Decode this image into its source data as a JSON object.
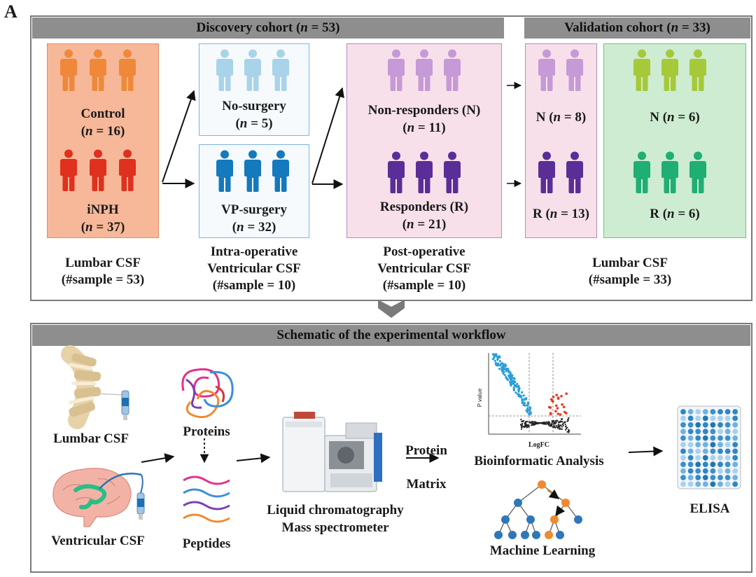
{
  "panel_letter": "A",
  "top": {
    "discovery_header": {
      "pre": "Discovery cohort (",
      "n": "n",
      "post": " = 53)"
    },
    "validation_header": {
      "pre": "Validation cohort (",
      "n": "n",
      "post": " = 33)"
    },
    "groups": {
      "control": {
        "name": "Control",
        "n_pre": "(",
        "n": "n",
        "n_post": " = 16)",
        "color": "#f0883a"
      },
      "inph": {
        "name": "iNPH",
        "n_pre": "(",
        "n": "n",
        "n_post": " = 37)",
        "color": "#e0301e"
      },
      "no_surgery": {
        "name": "No-surgery",
        "n_pre": "(",
        "n": "n",
        "n_post": " = 5)",
        "color": "#a9d3e8"
      },
      "vp_surgery": {
        "name": "VP-surgery",
        "n_pre": "(",
        "n": "n",
        "n_post": " = 32)",
        "color": "#1479bd"
      },
      "non_responders": {
        "name": "Non-responders (N)",
        "n_pre": "(",
        "n": "n",
        "n_post": " = 11)",
        "color": "#c59ad6"
      },
      "responders": {
        "name": "Responders (R)",
        "n_pre": "(",
        "n": "n",
        "n_post": " = 21)",
        "color": "#5a2e96"
      },
      "val_purple_n": {
        "pre": "N (",
        "n": "n",
        "post": " = 8)",
        "color": "#c59ad6"
      },
      "val_purple_r": {
        "pre": "R (",
        "n": "n",
        "post": " = 13)",
        "color": "#5a2e96"
      },
      "val_green_n": {
        "pre": "N (",
        "n": "n",
        "post": " = 6)",
        "color": "#a6c93a"
      },
      "val_green_r": {
        "pre": "R (",
        "n": "n",
        "post": " = 6)",
        "color": "#1fae73"
      }
    },
    "captions": {
      "lumbar1": [
        "Lumbar CSF",
        "(#sample = 53)"
      ],
      "intra": [
        "Intra-operative",
        "Ventricular CSF",
        "(#sample = 10)"
      ],
      "post": [
        "Post-operative",
        "Ventricular CSF",
        "(#sample = 10)"
      ],
      "lumbar2": [
        "Lumbar CSF",
        "(#sample = 33)"
      ]
    }
  },
  "bottom": {
    "header": "Schematic of the experimental workflow",
    "lumbar_csf": "Lumbar CSF",
    "ventricular_csf": "Ventricular CSF",
    "proteins": "Proteins",
    "peptides": "Peptides",
    "lcms": [
      "Liquid chromatography",
      "Mass spectrometer"
    ],
    "protein_matrix": [
      "Protein",
      "Matrix"
    ],
    "bioinformatic": "Bioinformatic Analysis",
    "volcano_ylabel": "P value",
    "volcano_xlabel": "LogFC",
    "machine_learning": "Machine Learning",
    "elisa": "ELISA"
  }
}
